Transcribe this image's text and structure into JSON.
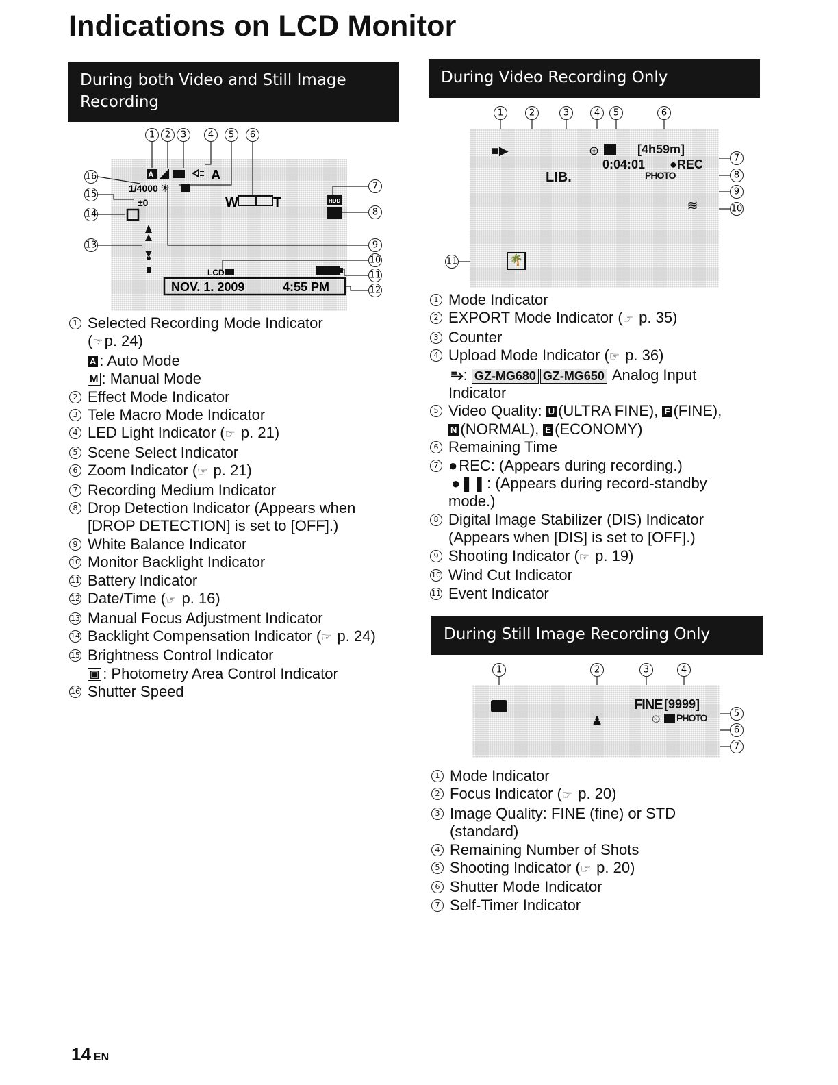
{
  "page_title": "Indications on LCD Monitor",
  "footer": {
    "page_number": "14",
    "lang": "EN"
  },
  "sections": {
    "both": {
      "header": "During both Video and Still Image Recording",
      "lcd": {
        "shutter": "1/4000",
        "brightness": "±0",
        "zoom_w": "W",
        "zoom_t": "T",
        "lcd_label": "LCD",
        "date": "NOV. 1. 2009",
        "time": "4:55 PM",
        "scene": "A"
      },
      "items": [
        {
          "num": "1",
          "text": "Selected Recording Mode Indicator",
          "ref": "p. 24",
          "subs": [
            {
              "badge": "A",
              "text": ": Auto Mode"
            },
            {
              "badge": "M",
              "text": ": Manual Mode"
            }
          ]
        },
        {
          "num": "2",
          "text": "Effect Mode Indicator"
        },
        {
          "num": "3",
          "text": "Tele Macro Mode Indicator"
        },
        {
          "num": "4",
          "text": "LED Light Indicator (",
          "ref": "p. 21)"
        },
        {
          "num": "5",
          "text": "Scene Select Indicator"
        },
        {
          "num": "6",
          "text": "Zoom Indicator (",
          "ref": "p. 21)"
        },
        {
          "num": "7",
          "text": "Recording Medium Indicator"
        },
        {
          "num": "8",
          "text": "Drop Detection Indicator (Appears when",
          "line2": "[DROP DETECTION] is set to [OFF].)"
        },
        {
          "num": "9",
          "text": "White Balance Indicator"
        },
        {
          "num": "10",
          "text": "Monitor Backlight Indicator"
        },
        {
          "num": "11",
          "text": "Battery Indicator"
        },
        {
          "num": "12",
          "text": "Date/Time (",
          "ref": "p. 16)"
        },
        {
          "num": "13",
          "text": "Manual Focus Adjustment Indicator"
        },
        {
          "num": "14",
          "text": "Backlight Compensation Indicator (",
          "ref": "p. 24)"
        },
        {
          "num": "15",
          "text": "Brightness Control Indicator",
          "sub_text": ": Photometry Area Control Indicator"
        },
        {
          "num": "16",
          "text": "Shutter Speed"
        }
      ]
    },
    "video": {
      "header": "During Video Recording Only",
      "lcd": {
        "remaining": "[4h59m]",
        "counter": "0:04:01",
        "rec": "●REC",
        "lib": "LIB.",
        "photo": "PHOTO"
      },
      "items": [
        {
          "num": "1",
          "text": "Mode Indicator"
        },
        {
          "num": "2",
          "text": "EXPORT Mode Indicator (",
          "ref": "p. 35)"
        },
        {
          "num": "3",
          "text": "Counter"
        },
        {
          "num": "4",
          "text": "Upload Mode Indicator (",
          "ref": "p. 36)",
          "model_a": "GZ-MG680",
          "model_b": "GZ-MG650",
          "analog": "Analog Input",
          "analog2": "Indicator"
        },
        {
          "num": "5",
          "text": "Video Quality:",
          "q1": "(ULTRA FINE),",
          "q2": "(FINE),",
          "q3": "(NORMAL),",
          "q4": "(ECONOMY)"
        },
        {
          "num": "6",
          "text": "Remaining Time"
        },
        {
          "num": "7",
          "text": "REC: (Appears during recording.)",
          "line2": ": (Appears during record-standby",
          "line3": "mode.)"
        },
        {
          "num": "8",
          "text": "Digital Image Stabilizer (DIS) Indicator",
          "line2": "(Appears when [DIS] is set to [OFF].)"
        },
        {
          "num": "9",
          "text": "Shooting Indicator (",
          "ref": "p. 19)"
        },
        {
          "num": "10",
          "text": "Wind Cut Indicator"
        },
        {
          "num": "11",
          "text": "Event Indicator"
        }
      ]
    },
    "still": {
      "header": "During Still Image Recording Only",
      "lcd": {
        "quality": "FINE",
        "shots": "[9999]",
        "photo": "PHOTO"
      },
      "items": [
        {
          "num": "1",
          "text": "Mode Indicator"
        },
        {
          "num": "2",
          "text": "Focus Indicator (",
          "ref": "p. 20)"
        },
        {
          "num": "3",
          "text": "Image Quality: FINE (fine) or STD",
          "line2": "(standard)"
        },
        {
          "num": "4",
          "text": "Remaining Number of Shots"
        },
        {
          "num": "5",
          "text": "Shooting Indicator (",
          "ref": "p. 20)"
        },
        {
          "num": "6",
          "text": "Shutter Mode Indicator"
        },
        {
          "num": "7",
          "text": "Self-Timer Indicator"
        }
      ]
    }
  }
}
